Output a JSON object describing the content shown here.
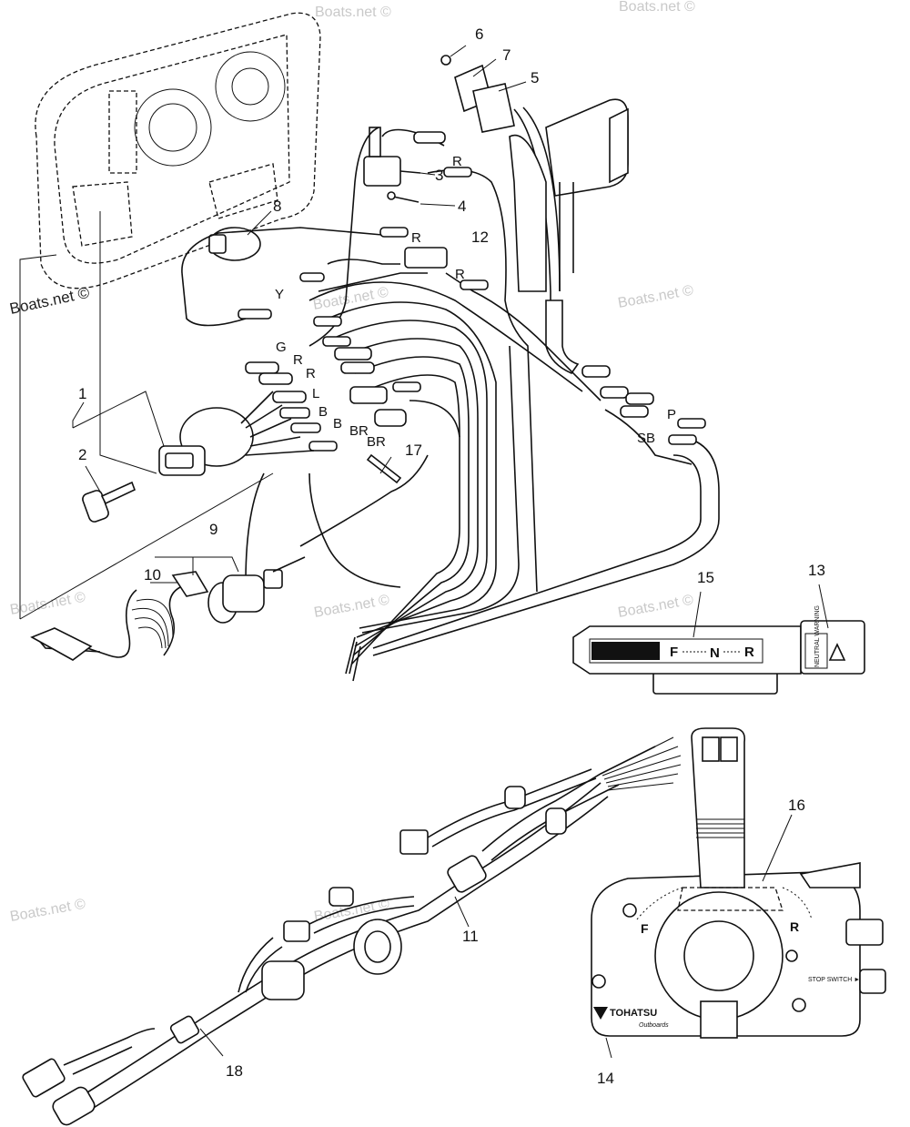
{
  "watermark": "Boats.net ©",
  "callouts": [
    {
      "id": "c1",
      "label": "1"
    },
    {
      "id": "c2",
      "label": "2"
    },
    {
      "id": "c3",
      "label": "3"
    },
    {
      "id": "c4",
      "label": "4"
    },
    {
      "id": "c5",
      "label": "5"
    },
    {
      "id": "c6",
      "label": "6"
    },
    {
      "id": "c7",
      "label": "7"
    },
    {
      "id": "c8",
      "label": "8"
    },
    {
      "id": "c9",
      "label": "9"
    },
    {
      "id": "c10",
      "label": "10"
    },
    {
      "id": "c11",
      "label": "11"
    },
    {
      "id": "c12",
      "label": "12"
    },
    {
      "id": "c13",
      "label": "13"
    },
    {
      "id": "c14",
      "label": "14"
    },
    {
      "id": "c15",
      "label": "15"
    },
    {
      "id": "c16",
      "label": "16"
    },
    {
      "id": "c17",
      "label": "17"
    },
    {
      "id": "c18",
      "label": "18"
    }
  ],
  "wire_labels": {
    "r_top": "R",
    "r_12a": "R",
    "r_12b": "R",
    "y": "Y",
    "g": "G",
    "r_a": "R",
    "r_b": "R",
    "l": "L",
    "b_a": "B",
    "b_b": "B",
    "br_a": "BR",
    "br_b": "BR",
    "p": "P",
    "sb": "SB"
  },
  "indicator": {
    "f": "F",
    "n": "N",
    "r": "R"
  },
  "lever": {
    "f": "F",
    "r": "R",
    "stop_switch": "STOP SWITCH ►"
  },
  "neutral_label": "NEUTRAL WARNING",
  "brand": {
    "name": "TOHATSU",
    "sub": "Outboards"
  }
}
